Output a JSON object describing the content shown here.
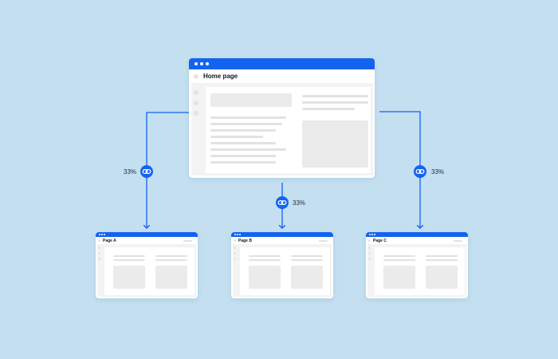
{
  "home": {
    "title": "Home page"
  },
  "pages": [
    {
      "title": "Page A"
    },
    {
      "title": "Page B"
    },
    {
      "title": "Page C"
    }
  ],
  "links": [
    {
      "to": "Page A",
      "share": "33%"
    },
    {
      "to": "Page B",
      "share": "33%"
    },
    {
      "to": "Page C",
      "share": "33%"
    }
  ],
  "colors": {
    "background": "#c3dff0",
    "accent": "#1463f0",
    "window": "#ffffff",
    "placeholder": "#e2e2e2"
  },
  "icons": {
    "link": "link-chain-icon"
  }
}
